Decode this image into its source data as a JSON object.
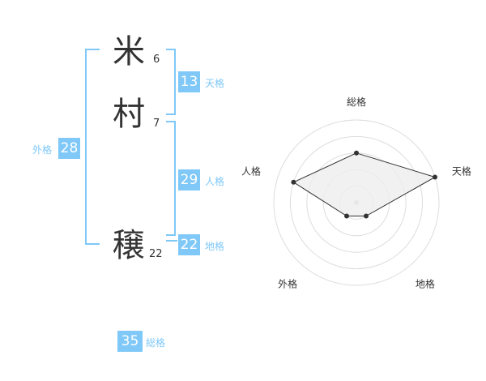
{
  "name": {
    "chars": [
      {
        "char": "米",
        "strokes": "6"
      },
      {
        "char": "村",
        "strokes": "7"
      },
      {
        "char": "穣",
        "strokes": "22"
      }
    ]
  },
  "fortunes": {
    "tenkaku": {
      "value": "13",
      "label": "天格"
    },
    "jinkaku": {
      "value": "29",
      "label": "人格"
    },
    "chikaku": {
      "value": "22",
      "label": "地格"
    },
    "gaikaku": {
      "value": "28",
      "label": "外格"
    },
    "soukaku": {
      "value": "35",
      "label": "総格"
    }
  },
  "chart_data": {
    "type": "radar",
    "axes": [
      "総格",
      "天格",
      "地格",
      "外格",
      "人格"
    ],
    "series": [
      {
        "values": [
          3,
          5,
          1,
          1,
          4
        ]
      }
    ],
    "rmax": 5,
    "rings": 5,
    "colors": {
      "fill": "#eeeeee",
      "stroke": "#333333",
      "ring": "#dddddd"
    }
  }
}
